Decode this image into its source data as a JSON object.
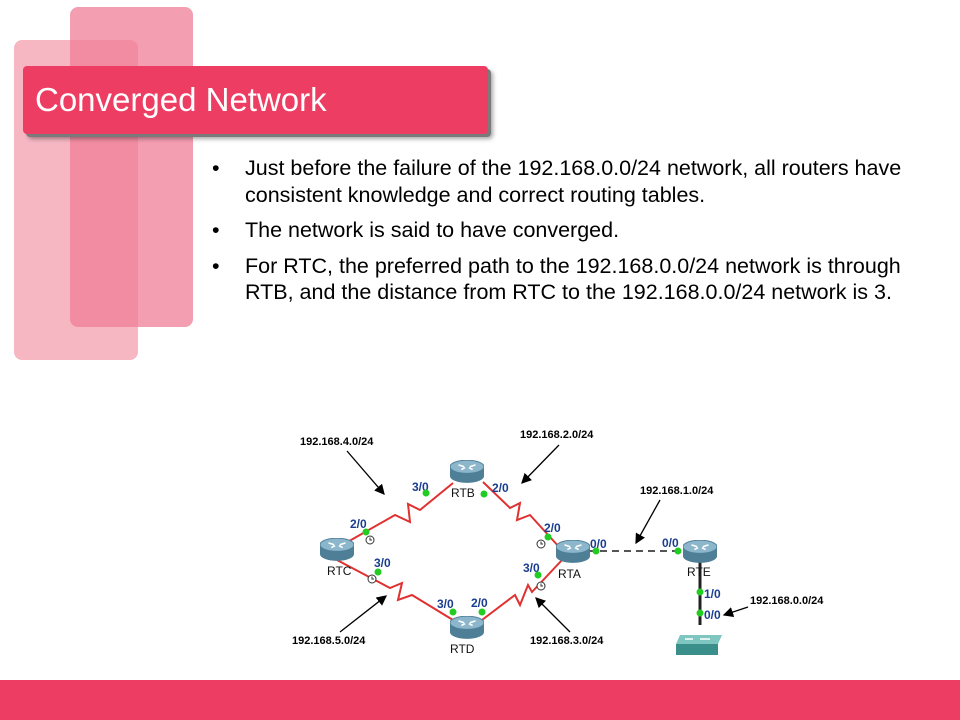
{
  "slide": {
    "title": "Converged Network",
    "bullets": [
      "Just before the failure of the 192.168.0.0/24 network, all routers have consistent knowledge and correct routing tables.",
      "The network is said to have converged.",
      "For RTC, the preferred path to the 192.168.0.0/24 network is through RTB, and the distance from RTC to the 192.168.0.0/24 network is 3."
    ],
    "bullet_glyph": "•"
  },
  "diagram": {
    "routers": {
      "rtb": "RTB",
      "rtc": "RTC",
      "rta": "RTA",
      "rtd": "RTD",
      "rte": "RTE"
    },
    "networks": {
      "net4": "192.168.4.0/24",
      "net2": "192.168.2.0/24",
      "net1": "192.168.1.0/24",
      "net0": "192.168.0.0/24",
      "net5": "192.168.5.0/24",
      "net3": "192.168.3.0/24"
    },
    "ports": {
      "rtb_left": "3/0",
      "rtb_right": "2/0",
      "rtc_top": "2/0",
      "rtc_bottom": "3/0",
      "rta_top": "2/0",
      "rta_right": "0/0",
      "rta_bottom": "3/0",
      "rte_left": "0/0",
      "rte_down1": "1/0",
      "rte_down2": "0/0",
      "rtd_left": "3/0",
      "rtd_right": "2/0"
    },
    "colors": {
      "serial_link": "#e03030",
      "ethernet_link": "#555555",
      "port_dot": "#22cc22",
      "port_label": "#1a3d8f",
      "router_body": "#5e8ea6"
    }
  }
}
